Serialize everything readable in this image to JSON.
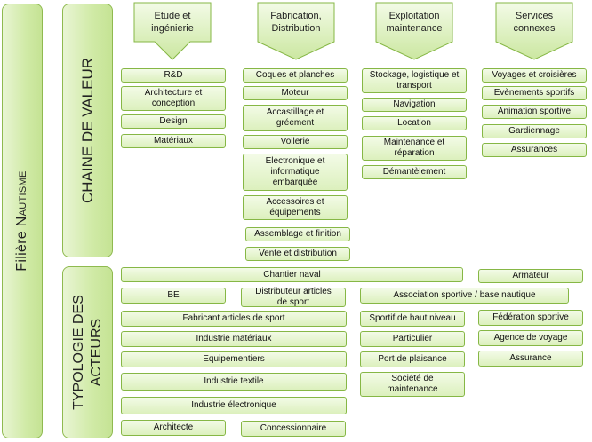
{
  "filiere": {
    "title_main": "Filière",
    "title_small": "Nautisme"
  },
  "chaine": {
    "label": "CHAINE DE VALEUR"
  },
  "typologie": {
    "label_line1": "TYPOLOGIE DES",
    "label_line2": "ACTEURS"
  },
  "columns": [
    {
      "title": "Etude et ingénierie",
      "items": [
        "R&D",
        "Architecture et conception",
        "Design",
        "Matériaux"
      ]
    },
    {
      "title": "Fabrication, Distribution",
      "items": [
        "Coques et planches",
        "Moteur",
        "Accastillage et gréement",
        "Voilerie",
        "Electronique et informatique embarquée",
        "Accessoires et équipements",
        "Assemblage et finition",
        "Vente et distribution"
      ]
    },
    {
      "title": "Exploitation maintenance",
      "items": [
        "Stockage, logistique et transport",
        "Navigation",
        "Location",
        "Maintenance et réparation",
        "Démantèlement"
      ]
    },
    {
      "title": "Services connexes",
      "items": [
        "Voyages et croisières",
        "Evènements sportifs",
        "Animation sportive",
        "Gardiennage",
        "Assurances"
      ]
    }
  ],
  "acteurs": [
    "Chantier naval",
    "Armateur",
    "BE",
    "Distributeur articles de sport",
    "Association sportive / base nautique",
    "Fabricant articles de sport",
    "Sportif de haut niveau",
    "Fédération sportive",
    "Industrie matériaux",
    "Particulier",
    "Agence de voyage",
    "Equipementiers",
    "Port de plaisance",
    "Assurance",
    "Industrie textile",
    "Société de maintenance",
    "Industrie électronique",
    "Architecte",
    "Concessionnaire"
  ],
  "colors": {
    "fill": "#dcf0bd",
    "border": "#86b745",
    "side_fill": "#d0eaa6"
  }
}
